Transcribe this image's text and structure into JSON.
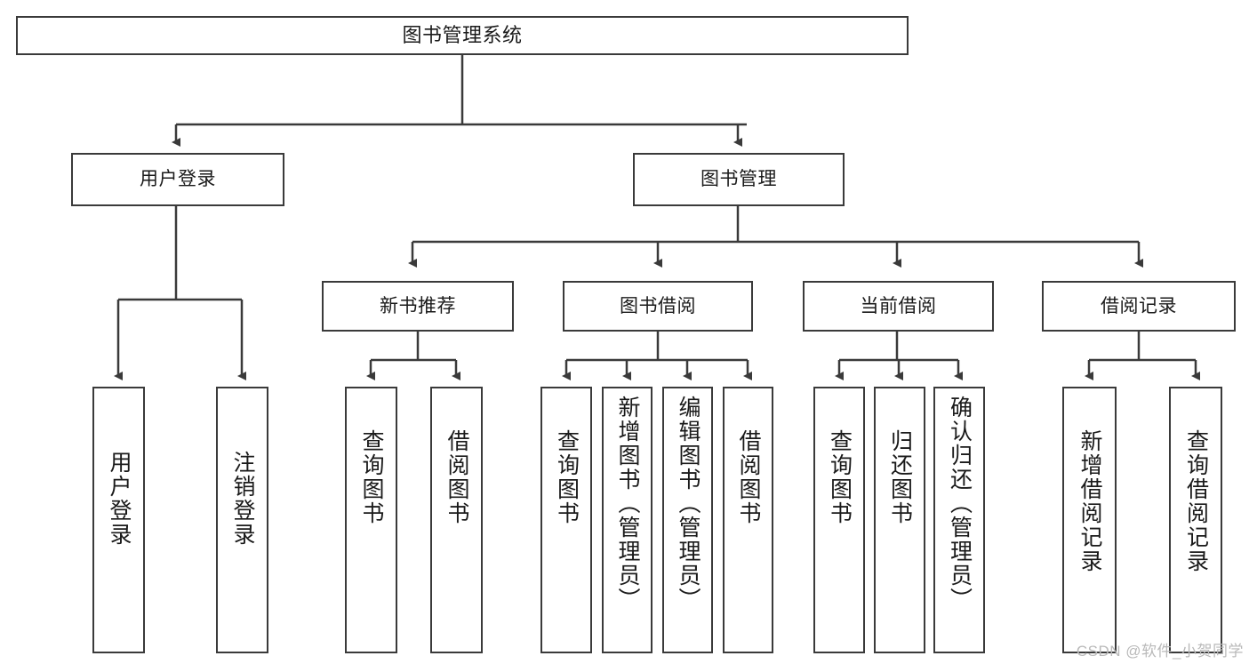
{
  "diagram": {
    "type": "hierarchy-tree",
    "title": "图书管理系统",
    "root": {
      "label": "图书管理系统"
    },
    "level1": [
      {
        "label": "用户登录"
      },
      {
        "label": "图书管理"
      }
    ],
    "level2": [
      {
        "label": "新书推荐"
      },
      {
        "label": "图书借阅"
      },
      {
        "label": "当前借阅"
      },
      {
        "label": "借阅记录"
      }
    ],
    "leaves": {
      "user_login": [
        {
          "label": "用户登录"
        },
        {
          "label": "注销登录"
        }
      ],
      "new_book_recommend": [
        {
          "label": "查询图书"
        },
        {
          "label": "借阅图书"
        }
      ],
      "book_borrow": [
        {
          "label": "查询图书"
        },
        {
          "label": "新增图书（管理员）"
        },
        {
          "label": "编辑图书（管理员）"
        },
        {
          "label": "借阅图书"
        }
      ],
      "current_borrow": [
        {
          "label": "查询图书"
        },
        {
          "label": "归还图书"
        },
        {
          "label": "确认归还（管理员）"
        }
      ],
      "borrow_record": [
        {
          "label": "新增借阅记录"
        },
        {
          "label": "查询借阅记录"
        }
      ]
    }
  },
  "watermark": {
    "text": "CSDN @软件_小贺同学"
  },
  "colors": {
    "stroke": "#3a3a3a",
    "background": "#ffffff",
    "text": "#1a1a1a",
    "watermark": "#b9b9b9"
  }
}
